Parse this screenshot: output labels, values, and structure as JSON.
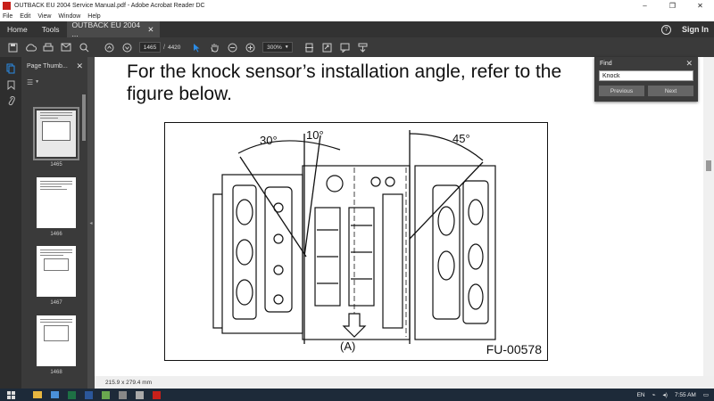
{
  "window": {
    "title": "OUTBACK EU 2004 Service Manual.pdf - Adobe Acrobat Reader DC",
    "controls": [
      "–",
      "❐",
      "✕"
    ]
  },
  "menu": [
    "File",
    "Edit",
    "View",
    "Window",
    "Help"
  ],
  "tabs": {
    "home": "Home",
    "tools": "Tools",
    "doc": "OUTBACK EU 2004 ...",
    "doc_close": "✕",
    "help": "?",
    "signin": "Sign In"
  },
  "toolbar": {
    "current_page": "1465",
    "page_sep": "/",
    "total_pages": "4420",
    "zoom": "300%"
  },
  "thumbnails": {
    "header": "Page Thumb...",
    "close": "✕",
    "pages": [
      "1465",
      "1466",
      "1467",
      "1468"
    ]
  },
  "document": {
    "text": "For the knock sensor’s installation angle, refer to the figure below.",
    "figure": {
      "angle_30": "30°",
      "angle_10": "10°",
      "angle_45": "45°",
      "label_A": "(A)",
      "code": "FU-00578"
    },
    "page_size": "215.9 x 279.4 mm"
  },
  "find": {
    "title": "Find",
    "close": "✕",
    "query": "Knock",
    "previous": "Previous",
    "next": "Next"
  },
  "taskbar": {
    "lang": "EN",
    "time": "7:55 AM"
  }
}
